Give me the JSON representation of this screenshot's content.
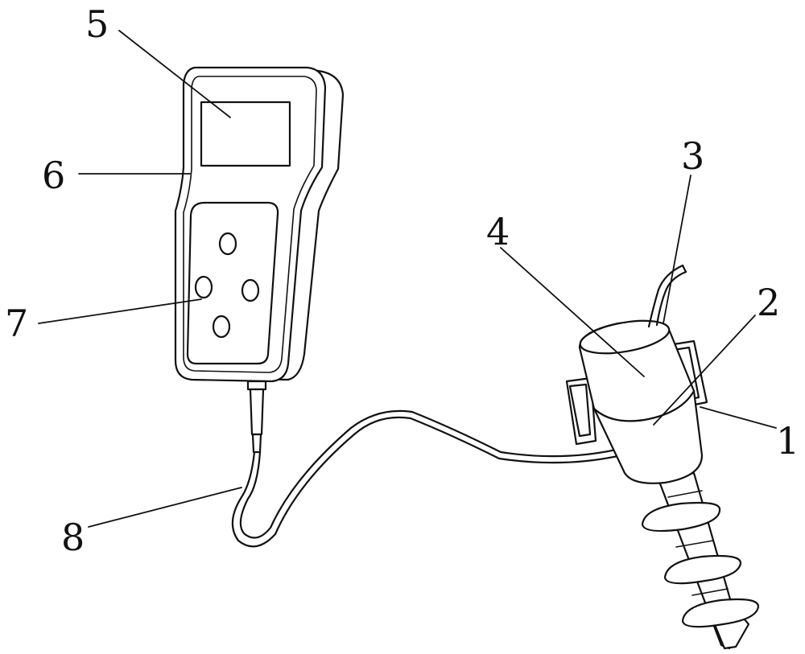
{
  "labels": {
    "l1": "1",
    "l2": "2",
    "l3": "3",
    "l4": "4",
    "l5": "5",
    "l6": "6",
    "l7": "7",
    "l8": "8"
  },
  "colors": {
    "line": "#111111",
    "background": "#ffffff"
  }
}
